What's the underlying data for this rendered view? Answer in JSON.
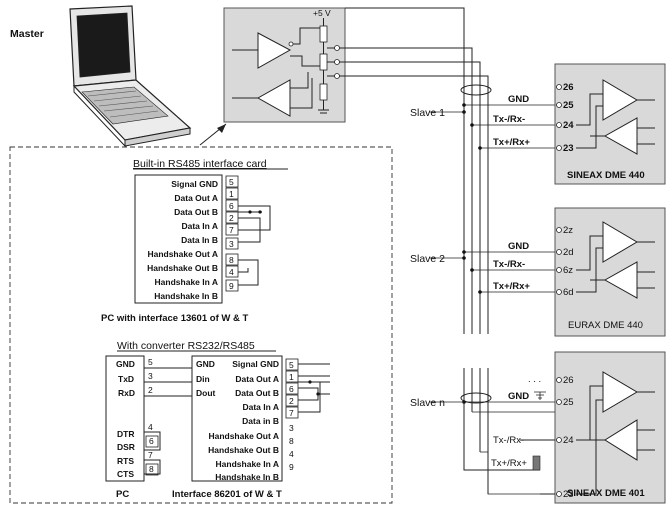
{
  "master": "Master",
  "supply": "+5 V",
  "bus": {
    "gnd": "GND",
    "txrx_minus": "Tx-/Rx-",
    "txrx_plus": "Tx+/Rx+"
  },
  "slaves": [
    {
      "label": "Slave 1",
      "device": "SINEAX DME 440",
      "pins": [
        "26",
        "25",
        "24",
        "23"
      ]
    },
    {
      "label": "Slave 2",
      "device": "EURAX DME 440",
      "pins": [
        "2z",
        "2d",
        "6z",
        "6d"
      ]
    },
    {
      "label": "Slave n",
      "device": "SINEAX DME 401",
      "pins": [
        "26",
        "25",
        "24",
        "23"
      ],
      "dots": ". . ."
    }
  ],
  "card": {
    "title": "Built-in RS485 interface card",
    "signals": [
      "Signal GND",
      "Data Out A",
      "Data Out B",
      "Data In A",
      "Data In B",
      "Handshake Out A",
      "Handshake Out B",
      "Handshake In A",
      "Handshake In B"
    ],
    "pins": [
      "5",
      "1",
      "6",
      "2",
      "7",
      "3",
      "8",
      "4",
      "9"
    ],
    "caption": "PC with interface 13601 of W & T"
  },
  "converter": {
    "title": "With converter RS232/RS485",
    "pc_signals": [
      "GND",
      "TxD",
      "RxD",
      "DTR",
      "DSR",
      "RTS",
      "CTS"
    ],
    "pc_pins": [
      "5",
      "3",
      "2",
      "4",
      "6",
      "7",
      "8"
    ],
    "mid_signals": [
      "GND",
      "Din",
      "Dout"
    ],
    "rs485_signals": [
      "Signal GND",
      "Data Out A",
      "Data Out B",
      "Data In A",
      "Data in B",
      "Handshake Out A",
      "Handshake Out B",
      "Handshake In A",
      "Handshake In B"
    ],
    "rs485_pins": [
      "5",
      "1",
      "6",
      "2",
      "7",
      "3",
      "8",
      "4",
      "9"
    ],
    "pc_caption": "PC",
    "caption": "Interface 86201 of W & T"
  }
}
